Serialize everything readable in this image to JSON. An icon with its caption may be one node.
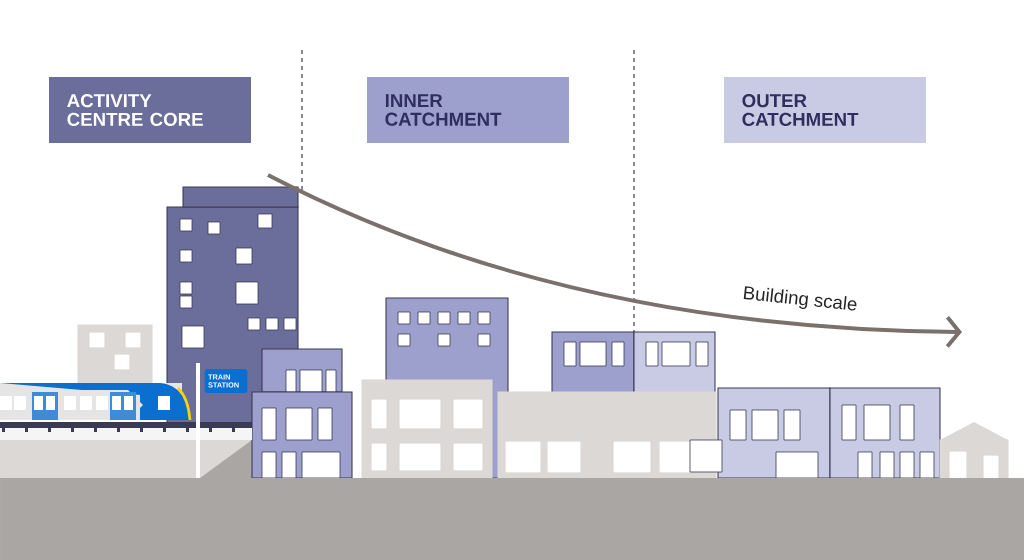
{
  "diagram": {
    "nodes": [
      {
        "text": [
          "ACTIVITY CENTRE CORE"
        ]
      },
      {
        "text": [
          "INNER CATCHMENT"
        ]
      },
      {
        "text": [
          "OUTER CATCHMENT"
        ]
      },
      {
        "text": [
          "TRAIN STATION"
        ]
      }
    ],
    "labels": [
      "Building scale"
    ]
  }
}
